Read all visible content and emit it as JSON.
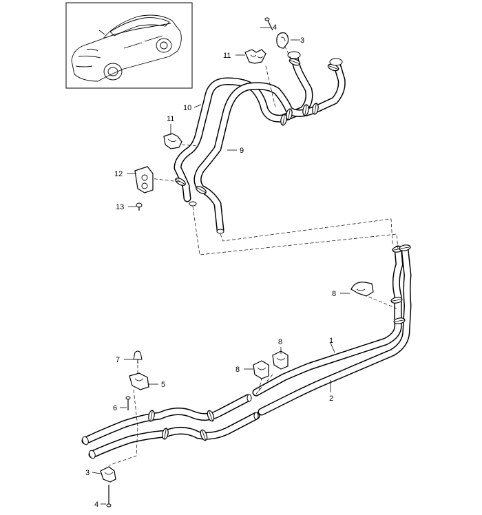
{
  "callouts": {
    "c1": "1",
    "c2": "2",
    "c3a": "3",
    "c3b": "3",
    "c4a": "4",
    "c4b": "4",
    "c5": "5",
    "c6": "6",
    "c7": "7",
    "c8a": "8",
    "c8b": "8",
    "c8c": "8",
    "c9": "9",
    "c10": "10",
    "c11a": "11",
    "c11b": "11",
    "c12": "12",
    "c13": "13"
  }
}
